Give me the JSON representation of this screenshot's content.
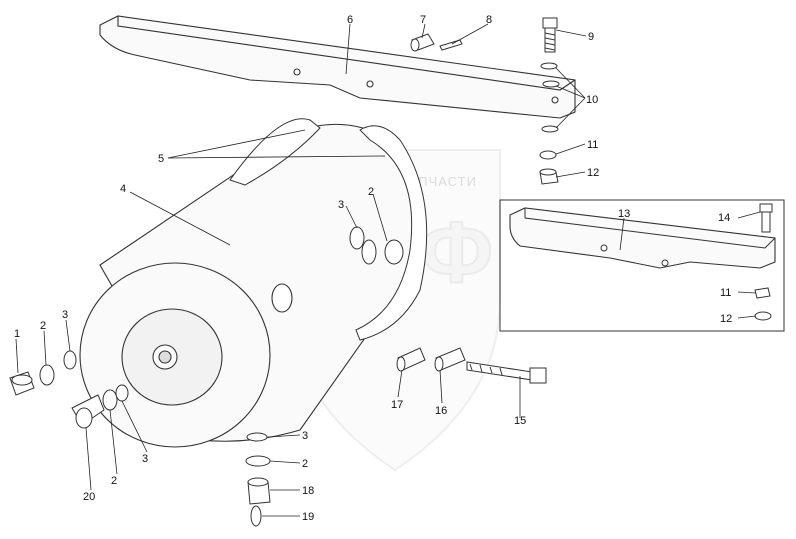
{
  "watermark": {
    "title": "ТЕХНИКА И ЗАПЧАСТИ",
    "logo": "ЭПФ"
  },
  "callouts": {
    "c1": "1",
    "c2a": "2",
    "c2b": "2",
    "c2c": "2",
    "c2d": "2",
    "c3a": "3",
    "c3b": "3",
    "c3c": "3",
    "c3d": "3",
    "c4": "4",
    "c5": "5",
    "c6": "6",
    "c7": "7",
    "c8": "8",
    "c9": "9",
    "c10": "10",
    "c11a": "11",
    "c11b": "11",
    "c12a": "12",
    "c12b": "12",
    "c13": "13",
    "c14": "14",
    "c15": "15",
    "c16": "16",
    "c17": "17",
    "c18": "18",
    "c19": "19",
    "c20": "20"
  }
}
